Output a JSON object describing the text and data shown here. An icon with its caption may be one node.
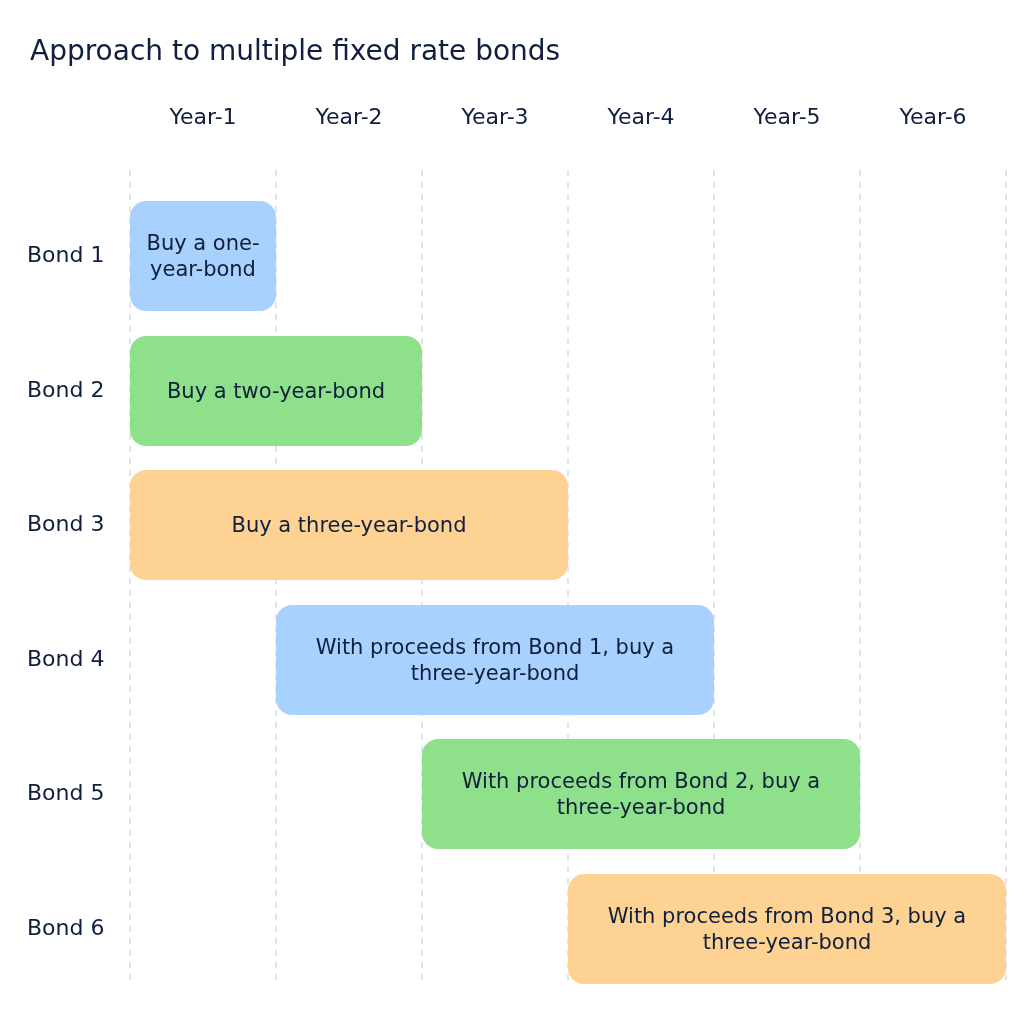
{
  "diagram": {
    "title": "Approach to multiple fixed rate bonds",
    "nodes": [
      {
        "text": [
          "Buy a one-year-bond"
        ]
      },
      {
        "text": [
          "Buy a two-year-bond"
        ]
      },
      {
        "text": [
          "Buy a three-year-bond"
        ]
      },
      {
        "text": [
          "With proceeds from Bond 1, buy a three-year-bond"
        ]
      },
      {
        "text": [
          "With proceeds from Bond 2, buy a three-year-bond"
        ]
      },
      {
        "text": [
          "With proceeds from Bond 3, buy a three-year-bond"
        ]
      }
    ],
    "labels": [
      "Year-1",
      "Year-2",
      "Year-3",
      "Year-4",
      "Year-5",
      "Year-6",
      "Bond 1",
      "Bond 2",
      "Bond 3",
      "Bond 4",
      "Bond 5",
      "Bond 6"
    ]
  }
}
